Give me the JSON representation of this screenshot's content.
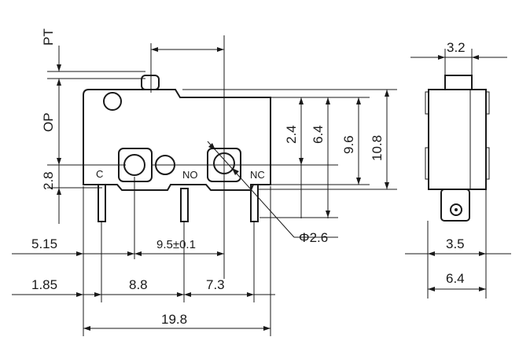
{
  "labels": {
    "pt": "PT",
    "op": "OP",
    "terminal_c": "C",
    "terminal_no": "NO",
    "terminal_nc": "NC",
    "dim_2_8": "2.8",
    "dim_5_15": "5.15",
    "dim_9_5": "9.5±0.1",
    "dim_1_85": "1.85",
    "dim_8_8": "8.8",
    "dim_7_3": "7.3",
    "dim_19_8": "19.8",
    "dim_2_4": "2.4",
    "dim_6_4_v": "6.4",
    "dim_9_6": "9.6",
    "dim_10_8": "10.8",
    "dim_phi": "Φ2.6",
    "dim_3_2": "3.2",
    "dim_3_5": "3.5",
    "dim_6_4_h": "6.4"
  }
}
